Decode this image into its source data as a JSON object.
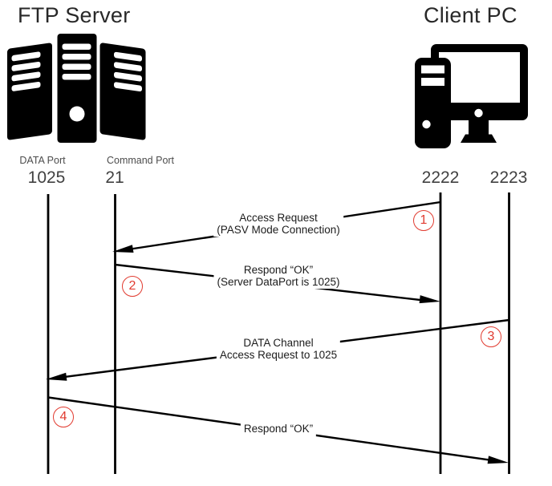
{
  "diagram": {
    "left_group": {
      "title": "FTP Server",
      "icon": "server-rack-icon"
    },
    "right_group": {
      "title": "Client PC",
      "icon": "desktop-pc-icon"
    },
    "lifelines": [
      {
        "label": "DATA Port",
        "port": "1025"
      },
      {
        "label": "Command Port",
        "port": "21"
      },
      {
        "port": "2222"
      },
      {
        "port": "2223"
      }
    ],
    "messages": [
      {
        "step": "1",
        "line1": "Access Request",
        "line2": "(PASV Mode Connection)"
      },
      {
        "step": "2",
        "line1": "Respond “OK”",
        "line2": "(Server DataPort is 1025)"
      },
      {
        "step": "3",
        "line1": "DATA Channel",
        "line2": "Access Request to 1025"
      },
      {
        "step": "4",
        "line1": "Respond “OK”"
      }
    ],
    "colors": {
      "step_red": "#e13b30",
      "line_black": "#000000"
    }
  }
}
